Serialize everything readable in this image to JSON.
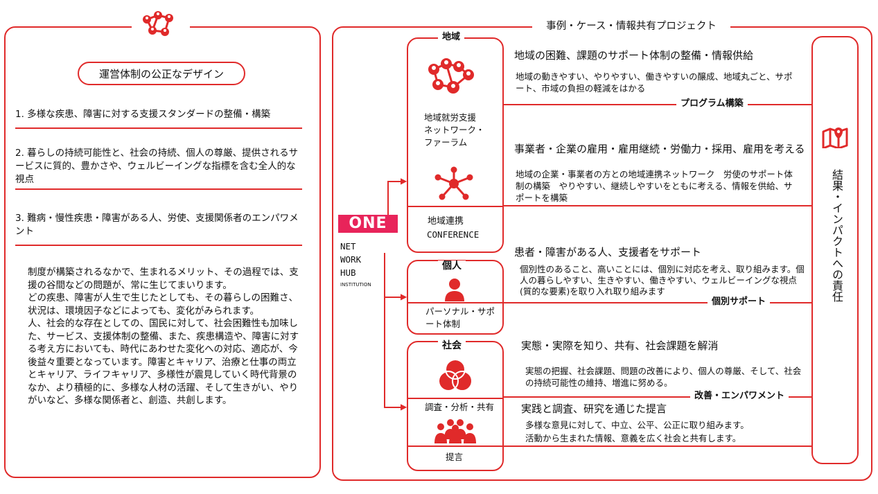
{
  "left_panel": {
    "title": "運営体制の公正なデザイン",
    "items": [
      "1. 多様な疾患、障害に対する支援スタンダードの整備・構築",
      "2. 暮らしの持続可能性と、社会の持続、個人の尊厳、提供されるサービスに質的、豊かさや、ウェルビーイングな指標を含む全人的な視点",
      "3. 難病・慢性疾患・障害がある人、労使、支援関係者のエンパワメント"
    ],
    "paragraph": "制度が構築されるなかで、生まれるメリット、その過程では、支援の谷間などの問題が、常に生じてまいります。\nどの疾患、障害が人生で生じたとしても、その暮らしの困難さ、状況は、環境因子などによっても、変化がみられます。\n人、社会的な存在としての、国民に対して、社会困難性も加味した、サービス、支援体制の整備、また、疾患構造や、障害に対する考え方においても、時代にあわせた変化への対応、適応が、今後益々重要となっています。障害とキャリア、治療と仕事の両立とキャリア、ライフキャリア、多様性が震見していく時代背景のなか、より積極的に、多様な人材の活躍、そして生きがい、やりがいなど、多様な関係者と、創造、共創します。"
  },
  "right_panel": {
    "title": "事例・ケース・情報共有プロジェクト",
    "one_logo": "ONE",
    "network_lines": [
      "NET",
      "WORK",
      "HUB"
    ],
    "institution": "INSTITUTION",
    "region": {
      "tag": "地域",
      "network_label": "地域就労支援\nネットワーク・\nファーラム",
      "conference_label1": "地域連携",
      "conference_label2": "CONFERENCE",
      "heading1": "地域の困難、課題のサポート体制の整備・情報供給",
      "desc1": "地域の動きやすい、やりやすい、働きやすいの醸成、地域丸ごと、サポート、市域の負担の軽減をはかる",
      "sub1": "プログラム構築",
      "heading2": "事業者・企業の雇用・雇用継続・労働力・採用、雇用を考える",
      "desc2": "地域の企業・事業者の方との地域連携ネットワーク　労使のサポート体制の構築　やりやすい、継続しやすいをともに考える、情報を供給、サポートを構築"
    },
    "individual": {
      "tag": "個人",
      "label": "パーソナル・サポート体制",
      "heading": "患者・障害がある人、支援者をサポート",
      "desc": "個別性のあること、高いことには、個別に対応を考え、取り組みます。個人の暮らしやすい、生きやすい、働きやすい、ウェルビーイングな視点(質的な要素)を取り入れ取り組みます",
      "sub": "個別サポート"
    },
    "society": {
      "tag": "社会",
      "label1": "調査・分析・共有",
      "label2": "提言",
      "heading1": "実態・実際を知り、共有、社会課題を解消",
      "desc1": "実態の把握、社会課題、問題の改善により、個人の尊厳、そして、社会の持続可能性の維持、増進に努める。",
      "sub": "改善・エンパワメント",
      "heading2": "実践と調査、研究を通じた提言",
      "desc2a": "多様な意見に対して、中立、公平、公正に取り組みます。",
      "desc2b": "活動から生まれた情報、意義を広く社会と共有します。"
    },
    "result": {
      "label": "結果・インパクトへの責任"
    }
  },
  "colors": {
    "accent": "#e02a2a",
    "logo": "#e8245a",
    "text": "#111111"
  }
}
